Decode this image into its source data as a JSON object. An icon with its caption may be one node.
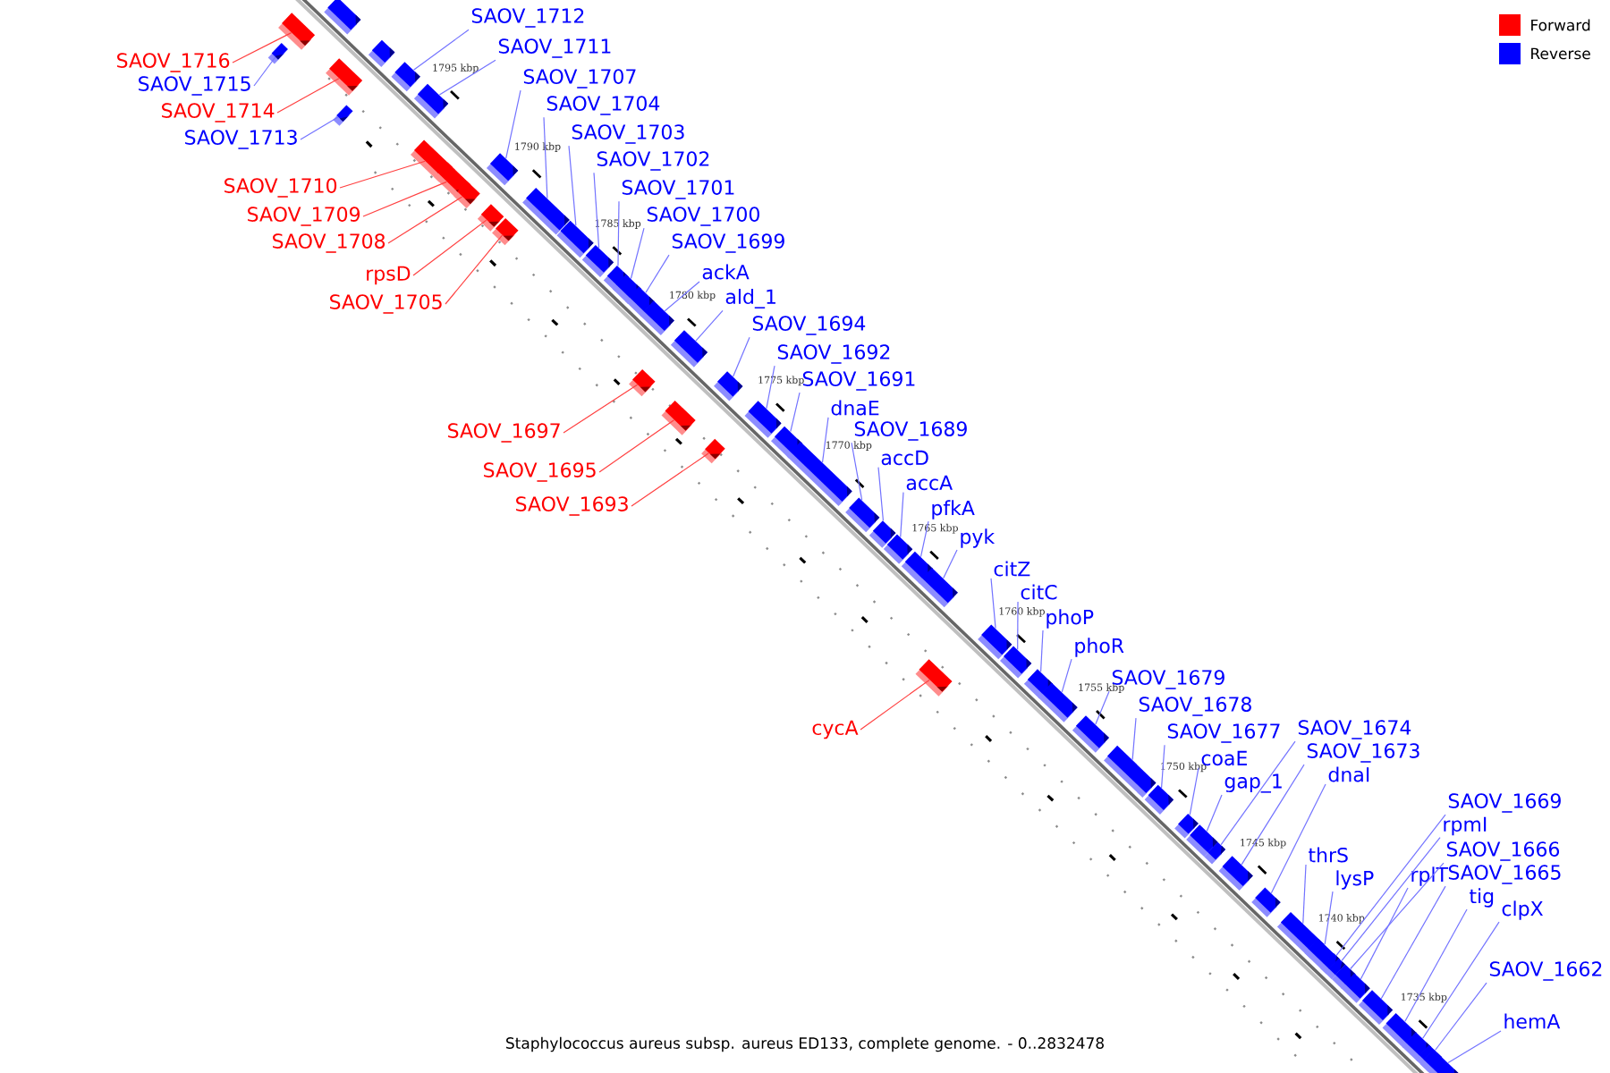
{
  "diagram": {
    "caption": "Staphylococcus aureus subsp. aureus ED133, complete genome. - 0..2832478",
    "nodes": [
      {
        "text": [
          "SAOV_1712"
        ]
      },
      {
        "text": [
          "SAOV_1711"
        ]
      },
      {
        "text": [
          "SAOV_1707"
        ]
      },
      {
        "text": [
          "SAOV_1704"
        ]
      },
      {
        "text": [
          "SAOV_1703"
        ]
      },
      {
        "text": [
          "SAOV_1702"
        ]
      },
      {
        "text": [
          "SAOV_1701"
        ]
      },
      {
        "text": [
          "SAOV_1700"
        ]
      },
      {
        "text": [
          "SAOV_1699"
        ]
      },
      {
        "text": [
          "ackA"
        ]
      },
      {
        "text": [
          "ald_1"
        ]
      },
      {
        "text": [
          "SAOV_1694"
        ]
      },
      {
        "text": [
          "SAOV_1692"
        ]
      },
      {
        "text": [
          "SAOV_1691"
        ]
      },
      {
        "text": [
          "dnaE"
        ]
      },
      {
        "text": [
          "SAOV_1689"
        ]
      },
      {
        "text": [
          "accD"
        ]
      },
      {
        "text": [
          "accA"
        ]
      },
      {
        "text": [
          "pfkA"
        ]
      },
      {
        "text": [
          "pyk"
        ]
      },
      {
        "text": [
          "citZ"
        ]
      },
      {
        "text": [
          "citC"
        ]
      },
      {
        "text": [
          "phoP"
        ]
      },
      {
        "text": [
          "phoR"
        ]
      },
      {
        "text": [
          "SAOV_1679"
        ]
      },
      {
        "text": [
          "SAOV_1678"
        ]
      },
      {
        "text": [
          "SAOV_1677"
        ]
      },
      {
        "text": [
          "coaE"
        ]
      },
      {
        "text": [
          "gap_1"
        ]
      },
      {
        "text": [
          "SAOV_1674"
        ]
      },
      {
        "text": [
          "SAOV_1673"
        ]
      },
      {
        "text": [
          "dnaI"
        ]
      },
      {
        "text": [
          "thrS"
        ]
      },
      {
        "text": [
          "lysP"
        ]
      },
      {
        "text": [
          "SAOV_1669"
        ]
      },
      {
        "text": [
          "rpmI"
        ]
      },
      {
        "text": [
          "SAOV_1666"
        ]
      },
      {
        "text": [
          "rplT"
        ]
      },
      {
        "text": [
          "SAOV_1665"
        ]
      },
      {
        "text": [
          "tig"
        ]
      },
      {
        "text": [
          "clpX"
        ]
      },
      {
        "text": [
          "SAOV_1662"
        ]
      },
      {
        "text": [
          "hemA"
        ]
      },
      {
        "text": [
          "SAOV_1716"
        ]
      },
      {
        "text": [
          "SAOV_1715"
        ]
      },
      {
        "text": [
          "SAOV_1714"
        ]
      },
      {
        "text": [
          "SAOV_1713"
        ]
      },
      {
        "text": [
          "SAOV_1710"
        ]
      },
      {
        "text": [
          "SAOV_1709"
        ]
      },
      {
        "text": [
          "SAOV_1708"
        ]
      },
      {
        "text": [
          "rpsD"
        ]
      },
      {
        "text": [
          "SAOV_1705"
        ]
      },
      {
        "text": [
          "SAOV_1697"
        ]
      },
      {
        "text": [
          "SAOV_1695"
        ]
      },
      {
        "text": [
          "SAOV_1693"
        ]
      },
      {
        "text": [
          "cycA"
        ]
      },
      {
        "text": [],
        "shape": "box"
      },
      {
        "text": [],
        "shape": "box"
      },
      {
        "text": [],
        "shape": "box"
      },
      {
        "text": [],
        "shape": "box"
      },
      {
        "text": [],
        "shape": "box"
      },
      {
        "text": [],
        "shape": "box"
      },
      {
        "text": [],
        "shape": "box"
      },
      {
        "text": [],
        "shape": "box"
      },
      {
        "text": [],
        "shape": "box"
      },
      {
        "text": [],
        "shape": "box"
      },
      {
        "text": [],
        "shape": "box"
      },
      {
        "text": [],
        "shape": "box"
      },
      {
        "text": [],
        "shape": "box"
      },
      {
        "text": [],
        "shape": "box"
      },
      {
        "text": [],
        "shape": "box"
      },
      {
        "text": [],
        "shape": "box"
      },
      {
        "text": [],
        "shape": "box"
      },
      {
        "text": [],
        "shape": "box"
      },
      {
        "text": [],
        "shape": "box"
      },
      {
        "text": [],
        "shape": "box"
      },
      {
        "text": [],
        "shape": "box"
      },
      {
        "text": [],
        "shape": "box"
      },
      {
        "text": [],
        "shape": "box"
      },
      {
        "text": [],
        "shape": "box"
      },
      {
        "text": [],
        "shape": "box"
      },
      {
        "text": [],
        "shape": "box"
      },
      {
        "text": [],
        "shape": "box"
      },
      {
        "text": [],
        "shape": "box"
      },
      {
        "text": [],
        "shape": "box"
      },
      {
        "text": [],
        "shape": "box"
      },
      {
        "text": [],
        "shape": "box"
      },
      {
        "text": [],
        "shape": "box"
      },
      {
        "text": [],
        "shape": "box"
      },
      {
        "text": [],
        "shape": "box"
      },
      {
        "text": [],
        "shape": "box"
      },
      {
        "text": [],
        "shape": "box"
      },
      {
        "text": [],
        "shape": "box"
      },
      {
        "text": [],
        "shape": "box"
      },
      {
        "text": [],
        "shape": "box"
      },
      {
        "text": [],
        "shape": "box"
      },
      {
        "text": [],
        "shape": "box"
      },
      {
        "text": [],
        "shape": "box"
      },
      {
        "text": [],
        "shape": "box"
      },
      {
        "text": [],
        "shape": "box"
      },
      {
        "text": [],
        "shape": "box"
      },
      {
        "text": [],
        "shape": "box"
      },
      {
        "text": [],
        "shape": "box"
      },
      {
        "text": [],
        "shape": "box"
      },
      {
        "text": [],
        "shape": "box"
      },
      {
        "text": [],
        "shape": "box"
      },
      {
        "text": [],
        "shape": "box"
      },
      {
        "text": [],
        "shape": "box"
      },
      {
        "text": [],
        "shape": "box"
      },
      {
        "text": [],
        "shape": "box"
      },
      {
        "text": [],
        "shape": "box"
      },
      {
        "text": [],
        "shape": "box"
      },
      {
        "text": [],
        "shape": "box"
      },
      {
        "text": [],
        "shape": "box"
      }
    ],
    "edges": [
      {
        "from": 0,
        "to": 56,
        "arrow": "none"
      },
      {
        "from": 1,
        "to": 57,
        "arrow": "none"
      },
      {
        "from": 2,
        "to": 58,
        "arrow": "none"
      },
      {
        "from": 3,
        "to": 59,
        "arrow": "none"
      },
      {
        "from": 4,
        "to": 60,
        "arrow": "none"
      },
      {
        "from": 5,
        "to": 61,
        "arrow": "none"
      },
      {
        "from": 6,
        "to": 62,
        "arrow": "none"
      },
      {
        "from": 7,
        "to": 63,
        "arrow": "none"
      },
      {
        "from": 8,
        "to": 64,
        "arrow": "none"
      },
      {
        "from": 9,
        "to": 65,
        "arrow": "none"
      },
      {
        "from": 10,
        "to": 66,
        "arrow": "none"
      },
      {
        "from": 11,
        "to": 67,
        "arrow": "none"
      },
      {
        "from": 12,
        "to": 68,
        "arrow": "none"
      },
      {
        "from": 13,
        "to": 69,
        "arrow": "none"
      },
      {
        "from": 14,
        "to": 70,
        "arrow": "none"
      },
      {
        "from": 15,
        "to": 71,
        "arrow": "none"
      },
      {
        "from": 16,
        "to": 72,
        "arrow": "none"
      },
      {
        "from": 17,
        "to": 73,
        "arrow": "none"
      },
      {
        "from": 18,
        "to": 74,
        "arrow": "none"
      },
      {
        "from": 19,
        "to": 75,
        "arrow": "none"
      },
      {
        "from": 20,
        "to": 76,
        "arrow": "none"
      },
      {
        "from": 21,
        "to": 77,
        "arrow": "none"
      },
      {
        "from": 22,
        "to": 78,
        "arrow": "none"
      },
      {
        "from": 23,
        "to": 79,
        "arrow": "none"
      },
      {
        "from": 24,
        "to": 80,
        "arrow": "none"
      },
      {
        "from": 25,
        "to": 81,
        "arrow": "none"
      },
      {
        "from": 26,
        "to": 82,
        "arrow": "none"
      },
      {
        "from": 27,
        "to": 83,
        "arrow": "none"
      },
      {
        "from": 28,
        "to": 84,
        "arrow": "none"
      },
      {
        "from": 29,
        "to": 85,
        "arrow": "none"
      },
      {
        "from": 30,
        "to": 86,
        "arrow": "none"
      },
      {
        "from": 31,
        "to": 87,
        "arrow": "none"
      },
      {
        "from": 32,
        "to": 88,
        "arrow": "none"
      },
      {
        "from": 33,
        "to": 89,
        "arrow": "none"
      },
      {
        "from": 34,
        "to": 90,
        "arrow": "none"
      },
      {
        "from": 35,
        "to": 91,
        "arrow": "none"
      },
      {
        "from": 36,
        "to": 92,
        "arrow": "none"
      },
      {
        "from": 37,
        "to": 93,
        "arrow": "none"
      },
      {
        "from": 38,
        "to": 94,
        "arrow": "none"
      },
      {
        "from": 39,
        "to": 95,
        "arrow": "none"
      },
      {
        "from": 40,
        "to": 96,
        "arrow": "none"
      },
      {
        "from": 41,
        "to": 97,
        "arrow": "none"
      },
      {
        "from": 42,
        "to": 98,
        "arrow": "none"
      },
      {
        "from": 43,
        "to": 99,
        "arrow": "none",
        "color": "#ff4040"
      },
      {
        "from": 44,
        "to": 112,
        "arrow": "none"
      },
      {
        "from": 45,
        "to": 100,
        "arrow": "none",
        "color": "#ff4040"
      },
      {
        "from": 46,
        "to": 113,
        "arrow": "none"
      },
      {
        "from": 47,
        "to": 101,
        "arrow": "none",
        "color": "#ff4040"
      },
      {
        "from": 48,
        "to": 102,
        "arrow": "none",
        "color": "#ff4040"
      },
      {
        "from": 49,
        "to": 103,
        "arrow": "none",
        "color": "#ff4040"
      },
      {
        "from": 50,
        "to": 104,
        "arrow": "none",
        "color": "#ff4040"
      },
      {
        "from": 51,
        "to": 105,
        "arrow": "none",
        "color": "#ff4040"
      },
      {
        "from": 52,
        "to": 106,
        "arrow": "none",
        "color": "#ff4040"
      },
      {
        "from": 53,
        "to": 107,
        "arrow": "none",
        "color": "#ff4040"
      },
      {
        "from": 54,
        "to": 108,
        "arrow": "none",
        "color": "#ff4040"
      },
      {
        "from": 55,
        "to": 109,
        "arrow": "none",
        "color": "#ff4040"
      }
    ],
    "labels": [
      "1795 kbp",
      "1790 kbp",
      "1785 kbp",
      "1780 kbp",
      "1775 kbp",
      "1770 kbp",
      "1765 kbp",
      "1760 kbp",
      "1755 kbp",
      "1750 kbp",
      "1745 kbp",
      "1740 kbp",
      "1735 kbp"
    ],
    "legend": [
      {
        "text": "Forward",
        "color": "#ff0000"
      },
      {
        "text": "Reverse",
        "color": "#0000ff"
      }
    ]
  }
}
